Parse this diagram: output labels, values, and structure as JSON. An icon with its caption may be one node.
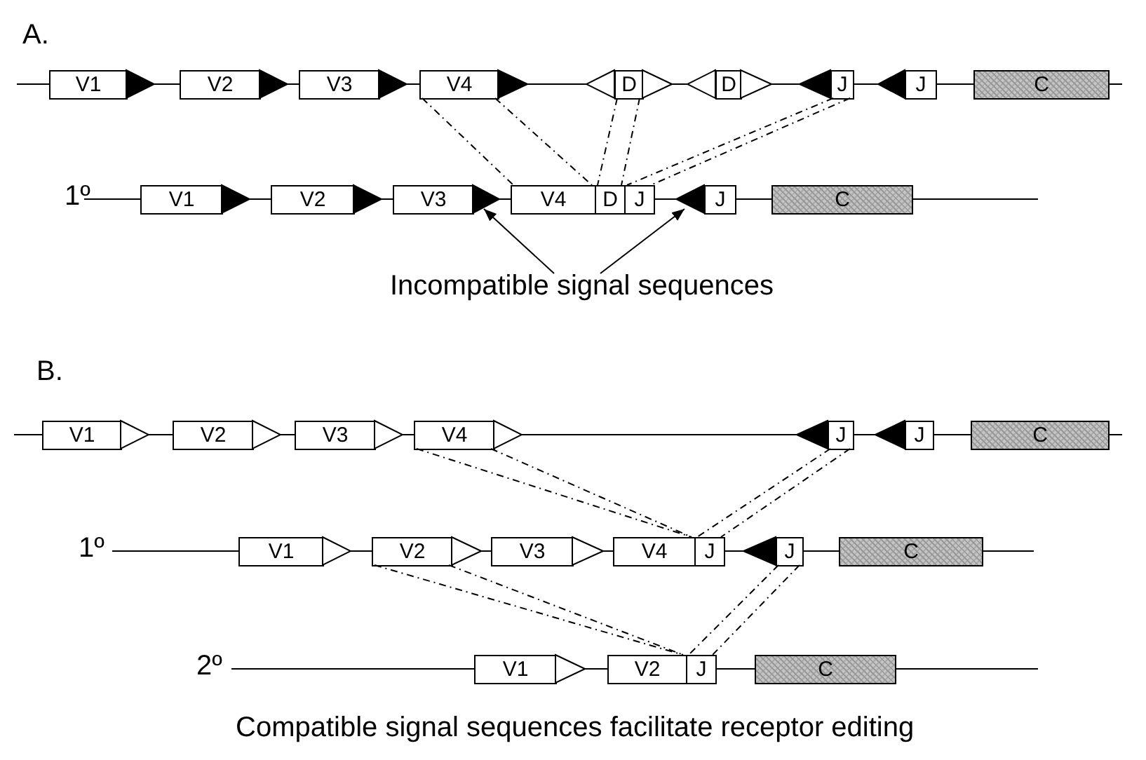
{
  "diagram": {
    "caption": "Compatible signal sequences facilitate receptor editing",
    "nodes": [
      {
        "text": [
          "V1"
        ]
      },
      {
        "text": [],
        "shape": "triangle"
      },
      {
        "text": [
          "V2"
        ]
      },
      {
        "text": [],
        "shape": "triangle"
      },
      {
        "text": [
          "V3"
        ]
      },
      {
        "text": [],
        "shape": "triangle"
      },
      {
        "text": [
          "V4"
        ]
      },
      {
        "text": [],
        "shape": "triangle"
      },
      {
        "text": [],
        "shape": "triangle"
      },
      {
        "text": [
          "D"
        ]
      },
      {
        "text": [],
        "shape": "triangle"
      },
      {
        "text": [],
        "shape": "triangle"
      },
      {
        "text": [
          "D"
        ]
      },
      {
        "text": [],
        "shape": "triangle"
      },
      {
        "text": [],
        "shape": "triangle"
      },
      {
        "text": [
          "J"
        ]
      },
      {
        "text": [],
        "shape": "triangle"
      },
      {
        "text": [
          "J"
        ]
      },
      {
        "text": [
          "C"
        ]
      },
      {
        "text": [
          "V1"
        ]
      },
      {
        "text": [],
        "shape": "triangle"
      },
      {
        "text": [
          "V2"
        ]
      },
      {
        "text": [],
        "shape": "triangle"
      },
      {
        "text": [
          "V3"
        ]
      },
      {
        "text": [],
        "shape": "triangle"
      },
      {
        "text": [
          "V4"
        ]
      },
      {
        "text": [
          "D"
        ]
      },
      {
        "text": [
          "J"
        ]
      },
      {
        "text": [],
        "shape": "triangle"
      },
      {
        "text": [
          "J"
        ]
      },
      {
        "text": [
          "C"
        ]
      },
      {
        "text": [
          "Incompatible signal sequences"
        ]
      },
      {
        "text": [
          "V1"
        ]
      },
      {
        "text": [],
        "shape": "triangle"
      },
      {
        "text": [
          "V2"
        ]
      },
      {
        "text": [],
        "shape": "triangle"
      },
      {
        "text": [
          "V3"
        ]
      },
      {
        "text": [],
        "shape": "triangle"
      },
      {
        "text": [
          "V4"
        ]
      },
      {
        "text": [],
        "shape": "triangle"
      },
      {
        "text": [],
        "shape": "triangle"
      },
      {
        "text": [
          "J"
        ]
      },
      {
        "text": [],
        "shape": "triangle"
      },
      {
        "text": [
          "J"
        ]
      },
      {
        "text": [
          "C"
        ]
      },
      {
        "text": [
          "V1"
        ]
      },
      {
        "text": [],
        "shape": "triangle"
      },
      {
        "text": [
          "V2"
        ]
      },
      {
        "text": [],
        "shape": "triangle"
      },
      {
        "text": [
          "V3"
        ]
      },
      {
        "text": [],
        "shape": "triangle"
      },
      {
        "text": [
          "V4"
        ]
      },
      {
        "text": [
          "J"
        ]
      },
      {
        "text": [],
        "shape": "triangle"
      },
      {
        "text": [
          "J"
        ]
      },
      {
        "text": [
          "C"
        ]
      },
      {
        "text": [
          "V1"
        ]
      },
      {
        "text": [],
        "shape": "triangle"
      },
      {
        "text": [
          "V2"
        ]
      },
      {
        "text": [
          "J"
        ]
      },
      {
        "text": [
          "C"
        ]
      }
    ],
    "edges": [
      {
        "from": 6,
        "to": 25,
        "arrow": "none",
        "style": "dashed"
      },
      {
        "from": 6,
        "to": 25,
        "arrow": "none",
        "style": "dashed"
      },
      {
        "from": 9,
        "to": 26,
        "arrow": "none",
        "style": "dashed"
      },
      {
        "from": 9,
        "to": 26,
        "arrow": "none",
        "style": "dashed"
      },
      {
        "from": 15,
        "to": 27,
        "arrow": "none",
        "style": "dashed"
      },
      {
        "from": 15,
        "to": 27,
        "arrow": "none",
        "style": "dashed"
      },
      {
        "from": 31,
        "to": 24,
        "arrow": "to"
      },
      {
        "from": 31,
        "to": 28,
        "arrow": "to"
      },
      {
        "from": 38,
        "to": 51,
        "arrow": "none",
        "style": "dashed"
      },
      {
        "from": 38,
        "to": 51,
        "arrow": "none",
        "style": "dashed"
      },
      {
        "from": 41,
        "to": 52,
        "arrow": "none",
        "style": "dashed"
      },
      {
        "from": 41,
        "to": 52,
        "arrow": "none",
        "style": "dashed"
      },
      {
        "from": 47,
        "to": 58,
        "arrow": "none",
        "style": "dashed"
      },
      {
        "from": 47,
        "to": 58,
        "arrow": "none",
        "style": "dashed"
      },
      {
        "from": 54,
        "to": 59,
        "arrow": "none",
        "style": "dashed"
      },
      {
        "from": 54,
        "to": 59,
        "arrow": "none",
        "style": "dashed"
      }
    ],
    "labels": [
      "A.",
      "1º",
      "B.",
      "1º",
      "2º"
    ]
  }
}
